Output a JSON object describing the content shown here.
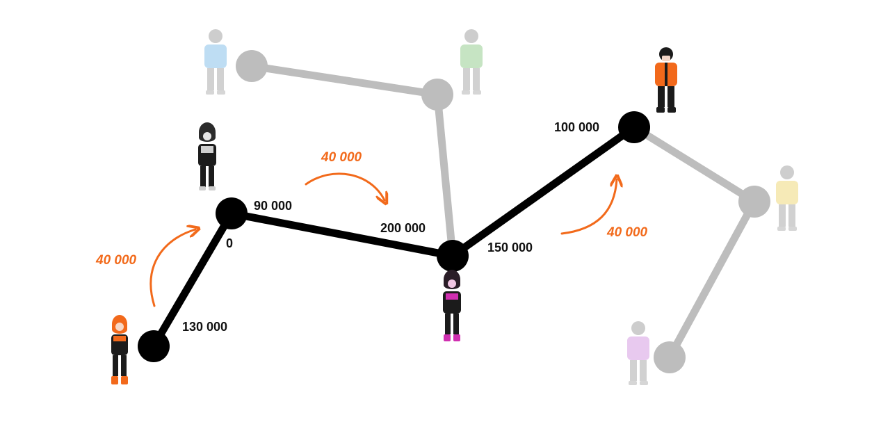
{
  "colors": {
    "active_path": "#000000",
    "inactive_path": "#bdbdbd",
    "flow_arrow": "#f26a1b",
    "label": "#111111",
    "avatar_faded_blue": "#a9d2ef",
    "avatar_faded_green": "#b4dcb0",
    "avatar_faded_yellow": "#f3e3a0",
    "avatar_faded_purple": "#e1b8ea",
    "avatar_orange": "#f2691b",
    "avatar_magenta": "#d02fb0",
    "avatar_gray": "#9a9a9a"
  },
  "nodes": [
    {
      "id": "n1",
      "label": "130 000",
      "active": true
    },
    {
      "id": "n2",
      "label": "0",
      "active": true
    },
    {
      "id": "n3",
      "label": "90 000",
      "active": true
    },
    {
      "id": "n4",
      "label": "200 000",
      "active": true
    },
    {
      "id": "n5",
      "label": "150 000",
      "active": true
    },
    {
      "id": "n6",
      "label": "100 000",
      "active": true
    }
  ],
  "flows": [
    {
      "id": "f1",
      "label": "40 000"
    },
    {
      "id": "f2",
      "label": "40 000"
    },
    {
      "id": "f3",
      "label": "40 000"
    }
  ],
  "avatars": [
    {
      "id": "a1",
      "name": "person-icon-orange-hood",
      "color": "avatar_orange"
    },
    {
      "id": "a2",
      "name": "person-icon-gray-hood",
      "color": "avatar_gray"
    },
    {
      "id": "a3",
      "name": "person-icon-magenta-hood",
      "color": "avatar_magenta"
    },
    {
      "id": "a4",
      "name": "person-icon-orange-jacket",
      "color": "avatar_orange"
    },
    {
      "id": "a5",
      "name": "person-icon-faded-blue",
      "color": "avatar_faded_blue"
    },
    {
      "id": "a6",
      "name": "person-icon-faded-green",
      "color": "avatar_faded_green"
    },
    {
      "id": "a7",
      "name": "person-icon-faded-yellow",
      "color": "avatar_faded_yellow"
    },
    {
      "id": "a8",
      "name": "person-icon-faded-purple",
      "color": "avatar_faded_purple"
    }
  ]
}
